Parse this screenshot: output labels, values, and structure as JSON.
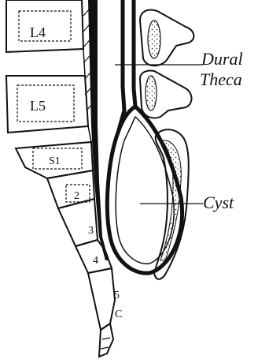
{
  "labels": {
    "dural_1": "Dural",
    "dural_2": "Theca",
    "cyst": "Cyst"
  },
  "vertebrae": {
    "l4": "L4",
    "l5": "L5",
    "s1": "S1",
    "s2": "2",
    "s3": "3",
    "s4": "4",
    "s5": "5",
    "c": "C"
  },
  "colors": {
    "ink": "#111111",
    "background": "#ffffff"
  }
}
